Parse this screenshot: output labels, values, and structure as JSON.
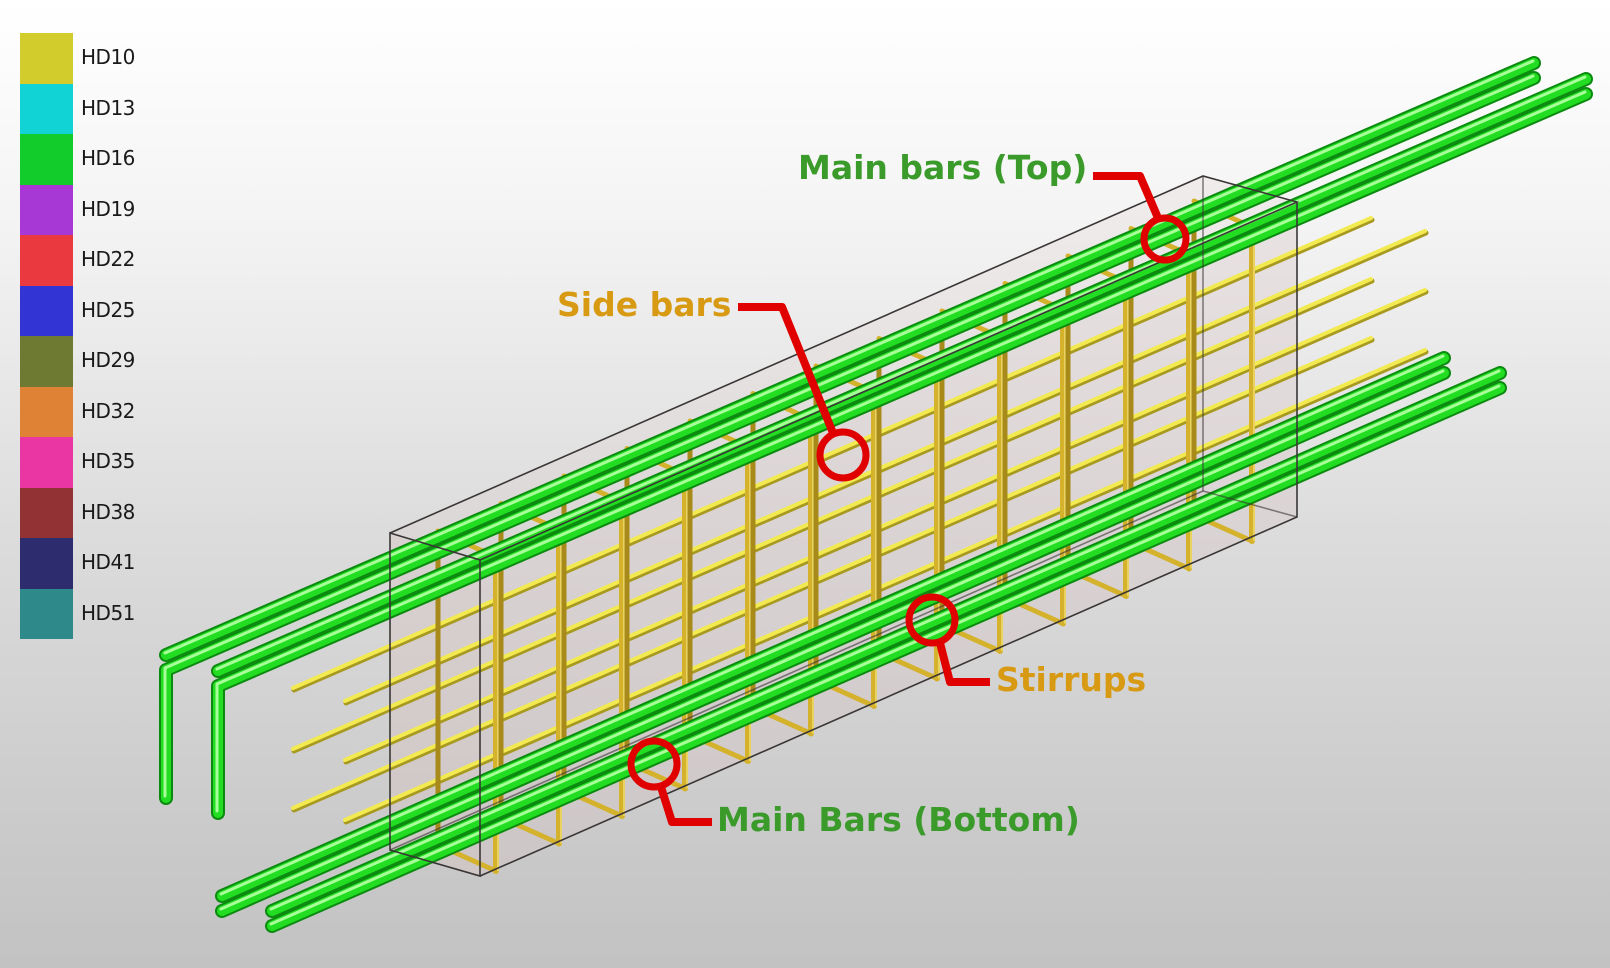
{
  "legend": {
    "items": [
      {
        "label": "HD10",
        "color": "#d2cc2c"
      },
      {
        "label": "HD13",
        "color": "#11d2d4"
      },
      {
        "label": "HD16",
        "color": "#11cc2a"
      },
      {
        "label": "HD19",
        "color": "#a838d6"
      },
      {
        "label": "HD22",
        "color": "#ea3a40"
      },
      {
        "label": "HD25",
        "color": "#3234d4"
      },
      {
        "label": "HD29",
        "color": "#6e7a32"
      },
      {
        "label": "HD32",
        "color": "#e08236"
      },
      {
        "label": "HD35",
        "color": "#ea36a2"
      },
      {
        "label": "HD38",
        "color": "#923234"
      },
      {
        "label": "HD41",
        "color": "#2c2c6e"
      },
      {
        "label": "HD51",
        "color": "#2e8a8a"
      }
    ]
  },
  "callouts": {
    "main_top": "Main bars (Top)",
    "side_bars": "Side bars",
    "stirrups": "Stirrups",
    "main_bottom": "Main Bars (Bottom)"
  },
  "colors": {
    "main_bar": "#22dd22",
    "main_bar_highlight": "#a8ff9a",
    "main_bar_shade": "#0c8a10",
    "side_bar": "#f2ea50",
    "stirrup": "#d4b22c",
    "callout_marker": "#e00000",
    "concrete_face": "#d8c4c4",
    "callout_green": "#3a9a2a",
    "callout_gold": "#d79a12"
  }
}
